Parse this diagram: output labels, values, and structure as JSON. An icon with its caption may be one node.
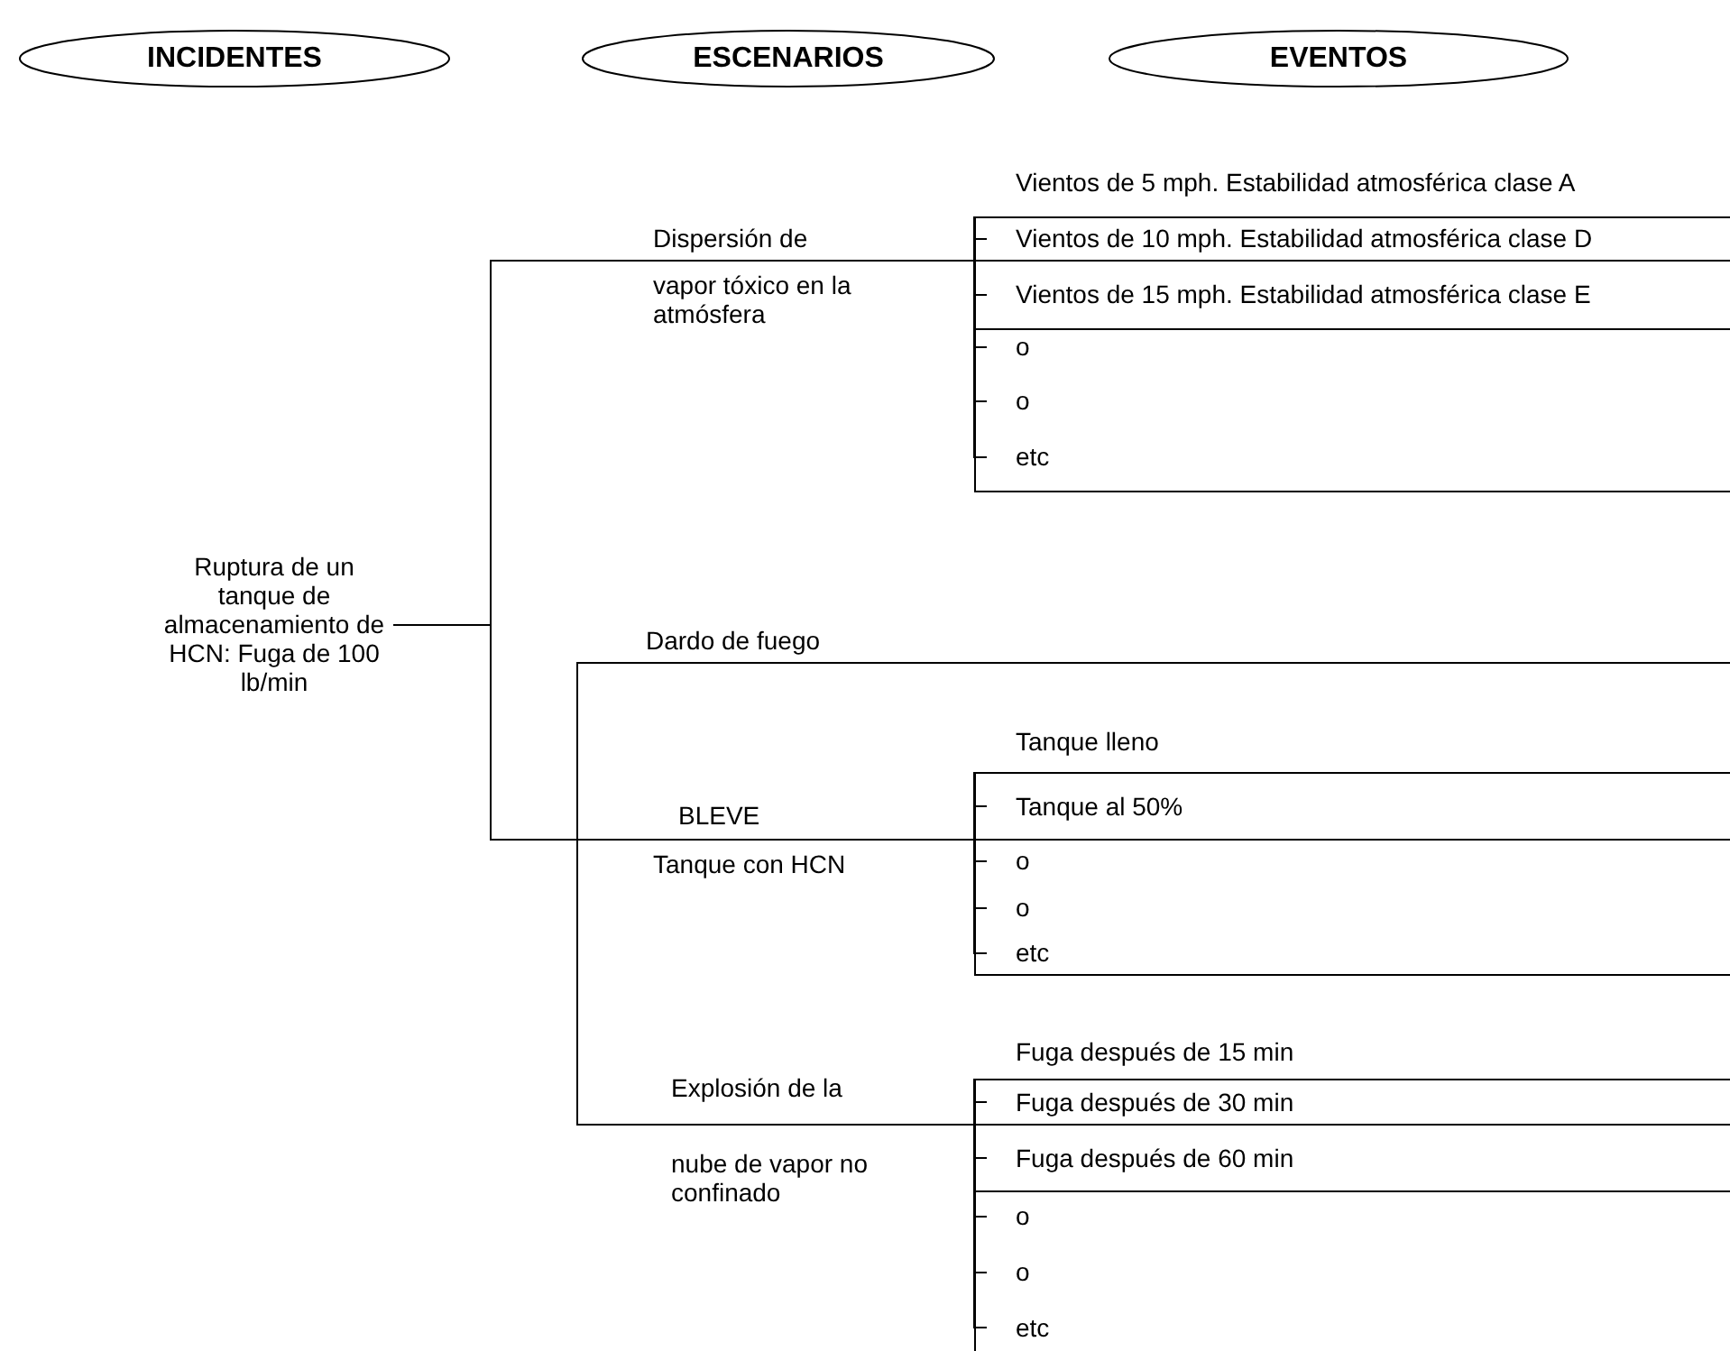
{
  "diagram": {
    "nodes": [
      {
        "text": [
          "INCIDENTES"
        ]
      },
      {
        "text": [
          "ESCENARIOS"
        ]
      },
      {
        "text": [
          "EVENTOS"
        ]
      },
      {
        "text": [
          "Ruptura de un tanque de almacenamiento de HCN: Fuga de 100 lb/min"
        ]
      },
      {
        "text": [
          "Dispersión de",
          "vapor tóxico en la atmósfera"
        ]
      },
      {
        "text": [
          "Vientos de 5 mph. Estabilidad atmosférica clase A"
        ]
      },
      {
        "text": [
          "Vientos de 10 mph. Estabilidad atmosférica clase D"
        ]
      },
      {
        "text": [
          "Vientos de 15 mph. Estabilidad atmosférica clase E"
        ]
      },
      {
        "text": [
          "o"
        ]
      },
      {
        "text": [
          "o"
        ]
      },
      {
        "text": [
          "etc"
        ]
      },
      {
        "text": [
          "Dardo de fuego"
        ]
      },
      {
        "text": [
          "BLEVE",
          "Tanque con HCN"
        ]
      },
      {
        "text": [
          "Tanque lleno"
        ]
      },
      {
        "text": [
          "Tanque al 50%"
        ]
      },
      {
        "text": [
          "o"
        ]
      },
      {
        "text": [
          "o"
        ]
      },
      {
        "text": [
          "etc"
        ]
      },
      {
        "text": [
          "Explosión de la",
          "nube de vapor no confinado"
        ]
      },
      {
        "text": [
          "Fuga después de 15 min"
        ]
      },
      {
        "text": [
          "Fuga después de 30 min"
        ]
      },
      {
        "text": [
          "Fuga después de 60 min"
        ]
      },
      {
        "text": [
          "o"
        ]
      },
      {
        "text": [
          "o"
        ]
      },
      {
        "text": [
          "etc"
        ]
      }
    ],
    "edges": [
      {
        "from": 3,
        "to": 4,
        "arrow": "none"
      },
      {
        "from": 3,
        "to": 11,
        "arrow": "none"
      },
      {
        "from": 3,
        "to": 12,
        "arrow": "none"
      },
      {
        "from": 3,
        "to": 18,
        "arrow": "none"
      },
      {
        "from": 4,
        "to": 5,
        "arrow": "none"
      },
      {
        "from": 4,
        "to": 6,
        "arrow": "none"
      },
      {
        "from": 4,
        "to": 7,
        "arrow": "none"
      },
      {
        "from": 4,
        "to": 8,
        "arrow": "none"
      },
      {
        "from": 4,
        "to": 9,
        "arrow": "none"
      },
      {
        "from": 4,
        "to": 10,
        "arrow": "none"
      },
      {
        "from": 12,
        "to": 13,
        "arrow": "none"
      },
      {
        "from": 12,
        "to": 14,
        "arrow": "none"
      },
      {
        "from": 12,
        "to": 15,
        "arrow": "none"
      },
      {
        "from": 12,
        "to": 16,
        "arrow": "none"
      },
      {
        "from": 12,
        "to": 17,
        "arrow": "none"
      },
      {
        "from": 18,
        "to": 19,
        "arrow": "none"
      },
      {
        "from": 18,
        "to": 20,
        "arrow": "none"
      },
      {
        "from": 18,
        "to": 21,
        "arrow": "none"
      },
      {
        "from": 18,
        "to": 22,
        "arrow": "none"
      },
      {
        "from": 18,
        "to": 23,
        "arrow": "none"
      },
      {
        "from": 18,
        "to": 24,
        "arrow": "none"
      }
    ]
  }
}
